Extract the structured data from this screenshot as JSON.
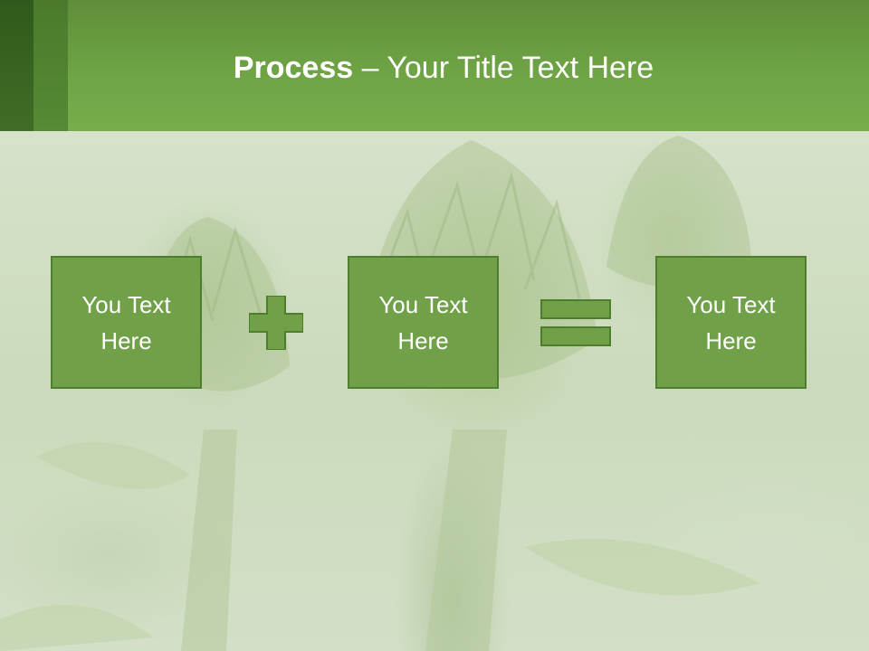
{
  "slide": {
    "title_bold": "Process",
    "title_rest": " – Your Title Text Here",
    "boxes": [
      {
        "text": "You Text Here"
      },
      {
        "text": "You Text Here"
      },
      {
        "text": "You Text Here"
      }
    ],
    "operators": [
      "plus-icon",
      "equals-icon"
    ],
    "colors": {
      "header": "#6ea444",
      "header_dark_stripe": "#3f6d26",
      "box_fill": "#70a047",
      "box_border": "#4f7d2e",
      "text": "#ffffff"
    }
  }
}
